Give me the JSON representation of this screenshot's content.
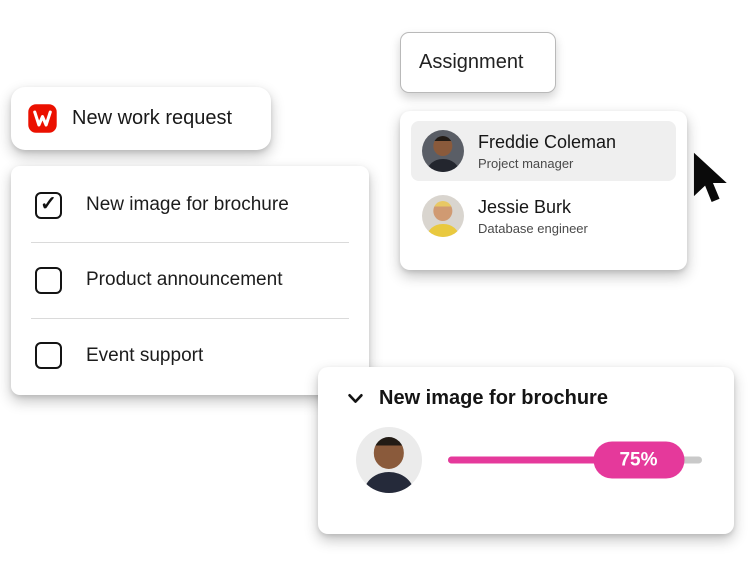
{
  "colors": {
    "pink": "#e5399b",
    "red": "#eb1000"
  },
  "icons": {
    "check": "✓"
  },
  "assignment_label_card": {
    "label": "Assignment"
  },
  "work_request_card": {
    "label": "New work request"
  },
  "checklist_card": {
    "items": [
      {
        "label": "New image for brochure",
        "checked": true
      },
      {
        "label": "Product announcement",
        "checked": false
      },
      {
        "label": "Event support",
        "checked": false
      }
    ]
  },
  "assignees_card": {
    "people": [
      {
        "name": "Freddie Coleman",
        "role": "Project manager",
        "selected": true
      },
      {
        "name": "Jessie Burk",
        "role": "Database engineer",
        "selected": false
      }
    ]
  },
  "progress_card": {
    "title": "New image for brochure",
    "progress_value": 75,
    "progress_label": "75%"
  }
}
